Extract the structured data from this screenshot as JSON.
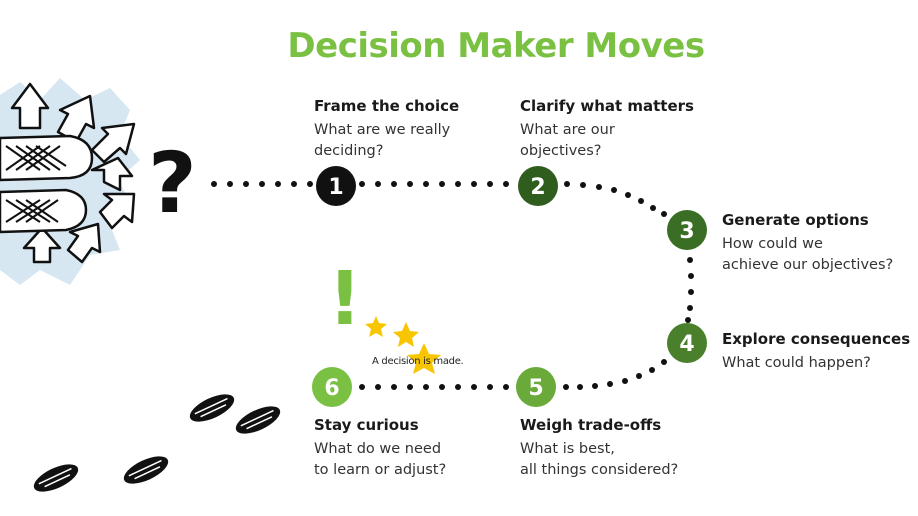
{
  "title": "Decision Maker Moves",
  "colors": {
    "title_green": "#7ac143",
    "step1": "#111111",
    "step2": "#2f5d1e",
    "step3": "#3b6e25",
    "step4": "#4a7f2b",
    "step5": "#6aaa3a",
    "step6": "#7ac143",
    "star": "#f7c600"
  },
  "steps": [
    {
      "number": "1",
      "title": "Frame the choice",
      "desc": "What are we really\ndeciding?"
    },
    {
      "number": "2",
      "title": "Clarify what matters",
      "desc": "What are our\nobjectives?"
    },
    {
      "number": "3",
      "title": "Generate options",
      "desc": "How could we\nachieve our objectives?"
    },
    {
      "number": "4",
      "title": "Explore consequences",
      "desc": "What could happen?"
    },
    {
      "number": "5",
      "title": "Weigh trade-offs",
      "desc": "What is best,\nall things considered?"
    },
    {
      "number": "6",
      "title": "Stay curious",
      "desc": "What do we need\nto learn or adjust?"
    }
  ],
  "question_mark": "?",
  "exclamation": "!",
  "decision_made": "A decision is made.",
  "icons": [
    "shoes-arrows-illustration",
    "footprints-illustration",
    "star-icon"
  ]
}
